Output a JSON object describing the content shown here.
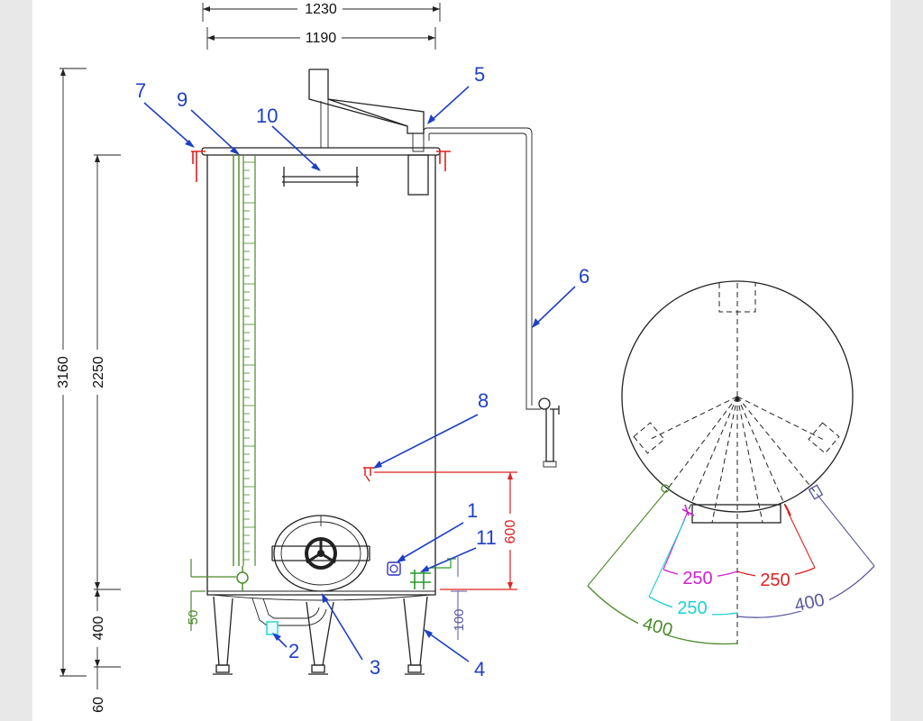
{
  "dimensions": {
    "top_outer": "1230",
    "top_inner": "1190",
    "total_height": "3160",
    "body_height": "2250",
    "legs_height": "400",
    "feet_adjust": "60",
    "level_marker": "50",
    "outlet_height": "100",
    "sample_height": "600"
  },
  "callouts": [
    "1",
    "2",
    "3",
    "4",
    "5",
    "6",
    "7",
    "8",
    "9",
    "10",
    "11"
  ],
  "plan_view": {
    "arc_labels": [
      {
        "text": "250",
        "color": "#d020d0"
      },
      {
        "text": "250",
        "color": "#e02020"
      },
      {
        "text": "250",
        "color": "#20d0d0"
      },
      {
        "text": "400",
        "color": "#5a5aa0"
      },
      {
        "text": "400",
        "color": "#4a8a2a"
      }
    ]
  },
  "colors": {
    "callout": "#1f3fc4",
    "dimension_red": "#e02020",
    "gauge_green": "#4a8a2a",
    "magenta": "#d020d0",
    "cyan": "#20d0d0",
    "purple": "#5a5aa0",
    "purple_blue": "#3030c0"
  }
}
